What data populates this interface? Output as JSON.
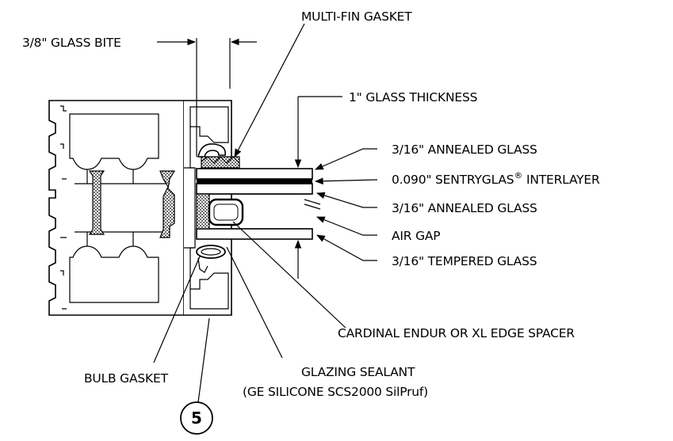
{
  "labels": {
    "multi_fin_gasket": "MULTI-FIN GASKET",
    "glass_bite": "3/8\" GLASS BITE",
    "glass_thickness": "1\" GLASS THICKNESS",
    "annealed_glass_1": "3/16\" ANNEALED GLASS",
    "interlayer_prefix": "0.090\" SENTRYGLAS",
    "interlayer_reg": "®",
    "interlayer_suffix": " INTERLAYER",
    "annealed_glass_2": "3/16\" ANNEALED GLASS",
    "air_gap": "AIR GAP",
    "tempered_glass": "3/16\" TEMPERED GLASS",
    "edge_spacer": "CARDINAL ENDUR OR XL EDGE SPACER",
    "bulb_gasket": "BULB GASKET",
    "glazing_sealant": "GLAZING SEALANT",
    "glazing_sealant_sub": "(GE SILICONE SCS2000 SilPruf)",
    "detail_number": "5"
  }
}
